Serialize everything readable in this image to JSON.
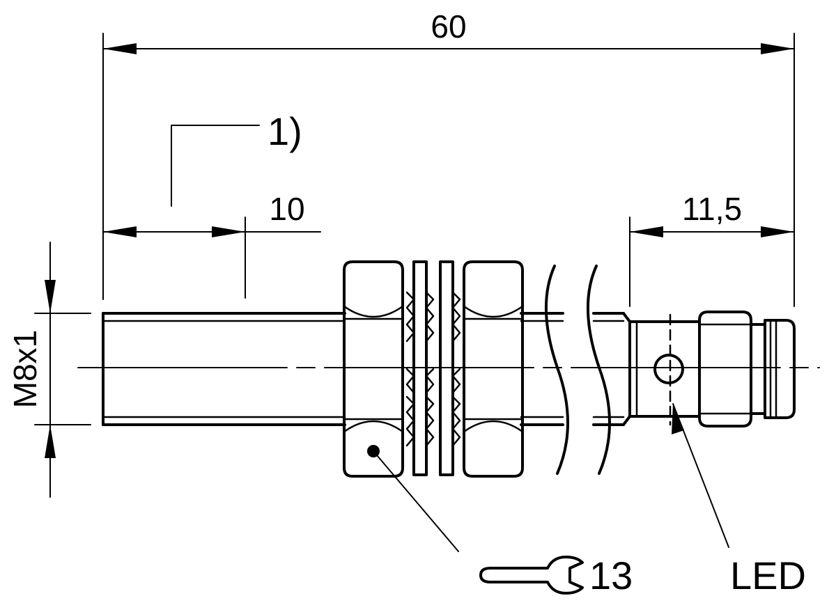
{
  "dimensions": {
    "overall_length": "60",
    "front_thread_length": "10",
    "connector_length": "11,5",
    "thread_size": "M8x1"
  },
  "callouts": {
    "note": "1)",
    "wrench_size": "13",
    "led": "LED"
  },
  "icons": {
    "wrench": "wrench-icon"
  },
  "colors": {
    "line": "#000000",
    "background": "#ffffff"
  }
}
